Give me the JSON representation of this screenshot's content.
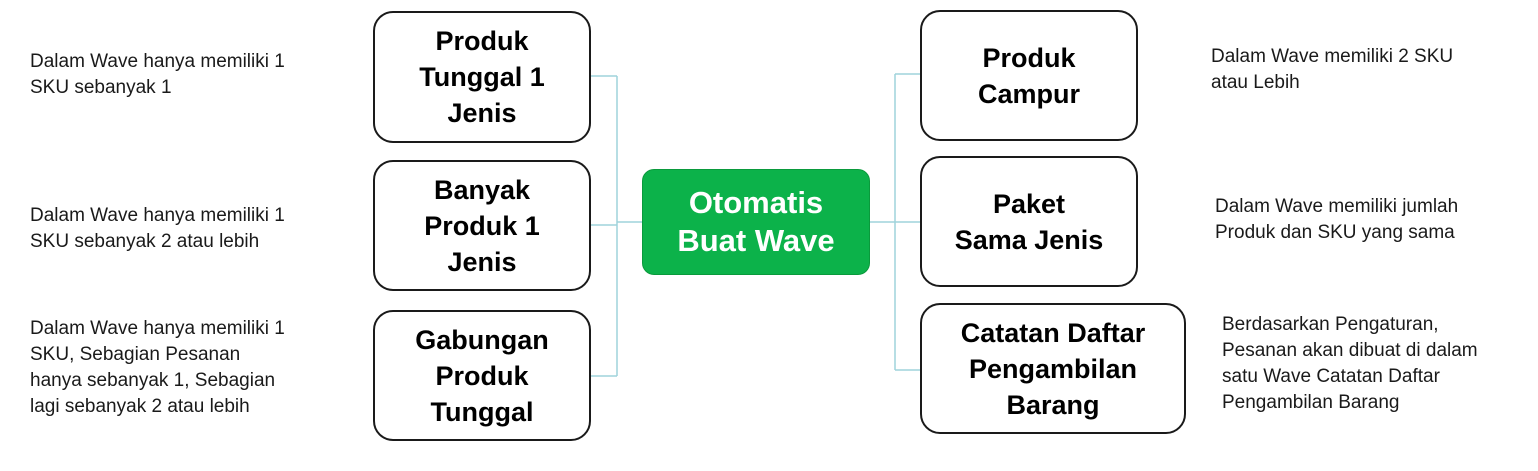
{
  "center": {
    "label": "Otomatis\nBuat Wave",
    "color": "#0cb24a"
  },
  "left_branches": [
    {
      "label": "Produk\nTunggal 1\nJenis",
      "description": "Dalam Wave hanya memiliki 1\nSKU sebanyak 1"
    },
    {
      "label": "Banyak\nProduk 1\nJenis",
      "description": "Dalam Wave hanya memiliki 1\nSKU sebanyak 2 atau lebih"
    },
    {
      "label": "Gabungan\nProduk\nTunggal",
      "description": "Dalam Wave hanya memiliki 1\nSKU, Sebagian Pesanan\nhanya sebanyak 1, Sebagian\nlagi sebanyak 2 atau lebih"
    }
  ],
  "right_branches": [
    {
      "label": "Produk\nCampur",
      "description": "Dalam Wave memiliki 2 SKU\natau Lebih"
    },
    {
      "label": "Paket\nSama Jenis",
      "description": "Dalam Wave memiliki jumlah\nProduk dan SKU yang sama"
    },
    {
      "label": "Catatan Daftar\nPengambilan\nBarang",
      "description": "Berdasarkan Pengaturan,\nPesanan akan dibuat di dalam\nsatu Wave Catatan Daftar\nPengambilan Barang"
    }
  ],
  "connector_color": "#9fd4dc"
}
